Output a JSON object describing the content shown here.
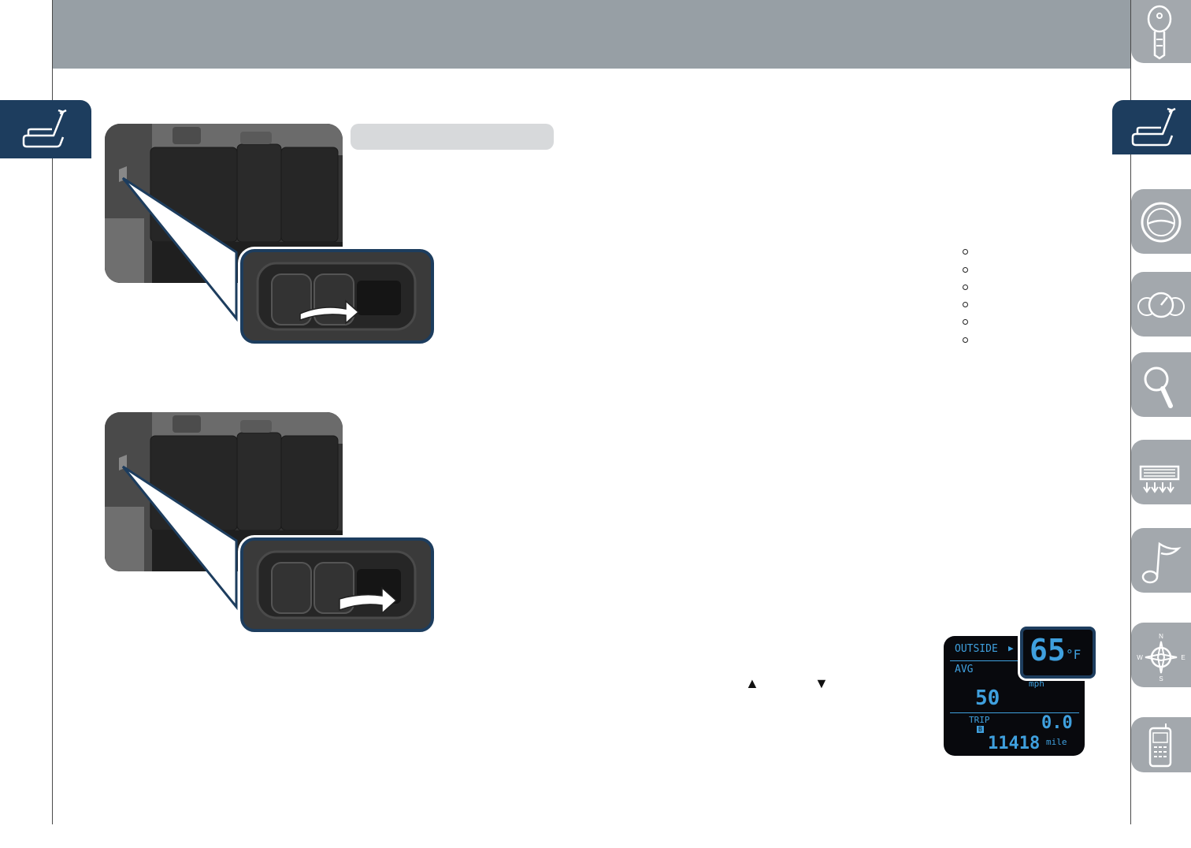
{
  "icons": {
    "seat": "seat-icon",
    "key": "key-icon",
    "steering": "steering-wheel-icon",
    "gauges": "gauges-icon",
    "magnifier": "magnifier-icon",
    "climate": "climate-icon",
    "music": "music-note-icon",
    "compass": "compass-icon",
    "phone": "phone-icon"
  },
  "colors": {
    "header": "#979fa5",
    "navy": "#1d3d5e",
    "tab_gray": "#a3a8ad",
    "lcd_blue": "#3fa0de"
  },
  "bullet_list": {
    "count": 6
  },
  "arrows": {
    "up": "▲",
    "down": "▼"
  },
  "compass": {
    "n": "N",
    "w": "W",
    "e": "E",
    "s": "S"
  },
  "display": {
    "outside_label": "OUTSIDE",
    "temperature": "65",
    "temp_unit": "°F",
    "avg_label": "AVG",
    "speed_unit": "mph",
    "avg_value": "50",
    "trip_label": "TRIP",
    "trip_sub": "B",
    "trip_value": "0.0",
    "odometer": "11418",
    "odo_unit": "mile"
  }
}
